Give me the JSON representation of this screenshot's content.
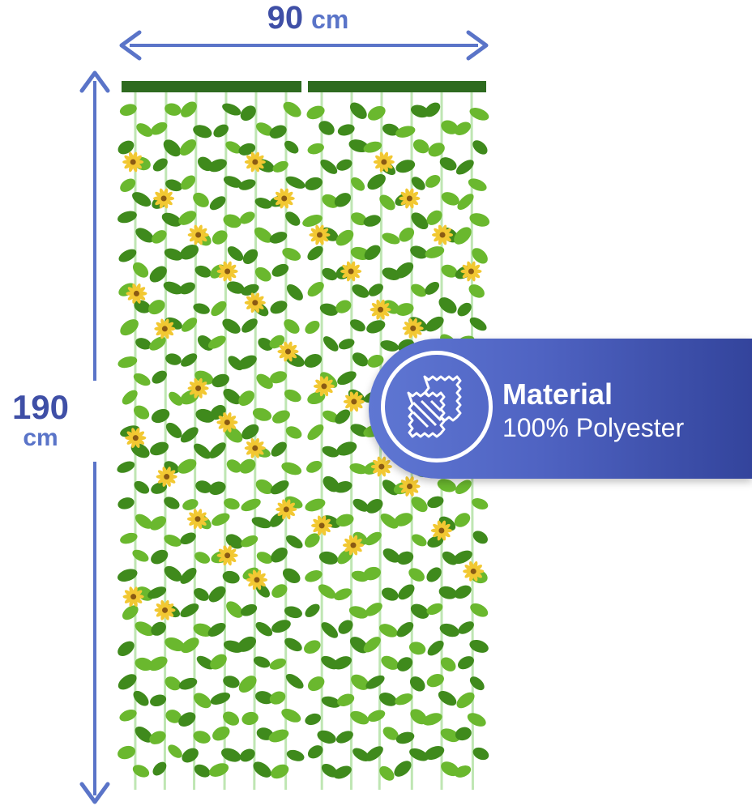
{
  "dimensions": {
    "width": {
      "value": "90",
      "unit": "cm"
    },
    "height": {
      "value": "190",
      "unit": "cm"
    }
  },
  "material": {
    "title": "Material",
    "value": "100% Polyester",
    "icon": "fabric-swatch-icon"
  },
  "colors": {
    "accent": "#5a74c8",
    "banner_dark": "#33449c",
    "rail": "#2e6b1f",
    "leaf": "#6ab82e",
    "leaf_dark": "#3f8a1c",
    "flower": "#f2c832",
    "string": "#bfe6b3"
  },
  "product": {
    "name": "sunflower-leaf-curtain",
    "panels": 2,
    "strands_per_panel": 6
  }
}
